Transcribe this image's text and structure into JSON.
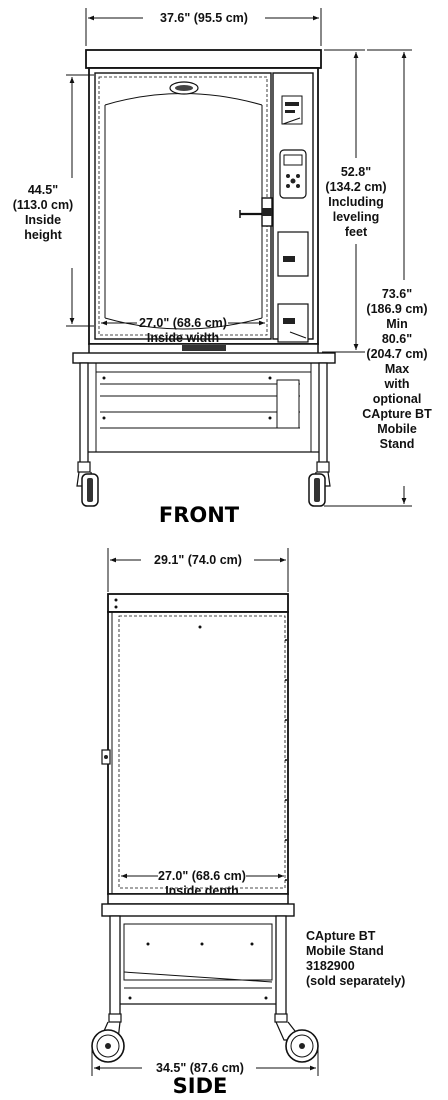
{
  "front": {
    "title": "FRONT",
    "width_dim": "37.6\" (95.5 cm)",
    "inside_height": [
      "44.5\"",
      "(113.0 cm)",
      "Inside",
      "height"
    ],
    "inside_width": [
      "27.0\" (68.6 cm)",
      "Inside width"
    ],
    "height_incl_feet": [
      "52.8\"",
      "(134.2 cm)",
      "Including",
      "leveling",
      "feet"
    ],
    "height_with_stand": [
      "73.6\"",
      "(186.9 cm)",
      "Min",
      "80.6\"",
      "(204.7 cm)",
      "Max",
      "with",
      "optional",
      "CApture BT",
      "Mobile",
      "Stand"
    ]
  },
  "side": {
    "title": "SIDE",
    "depth_dim": "29.1\" (74.0 cm)",
    "inside_depth": [
      "27.0\" (68.6 cm)",
      "Inside depth"
    ],
    "stand_callout": [
      "CApture BT",
      "Mobile Stand",
      "3182900",
      "(sold separately)"
    ],
    "stand_depth_dim": "34.5\" (87.6 cm)"
  }
}
